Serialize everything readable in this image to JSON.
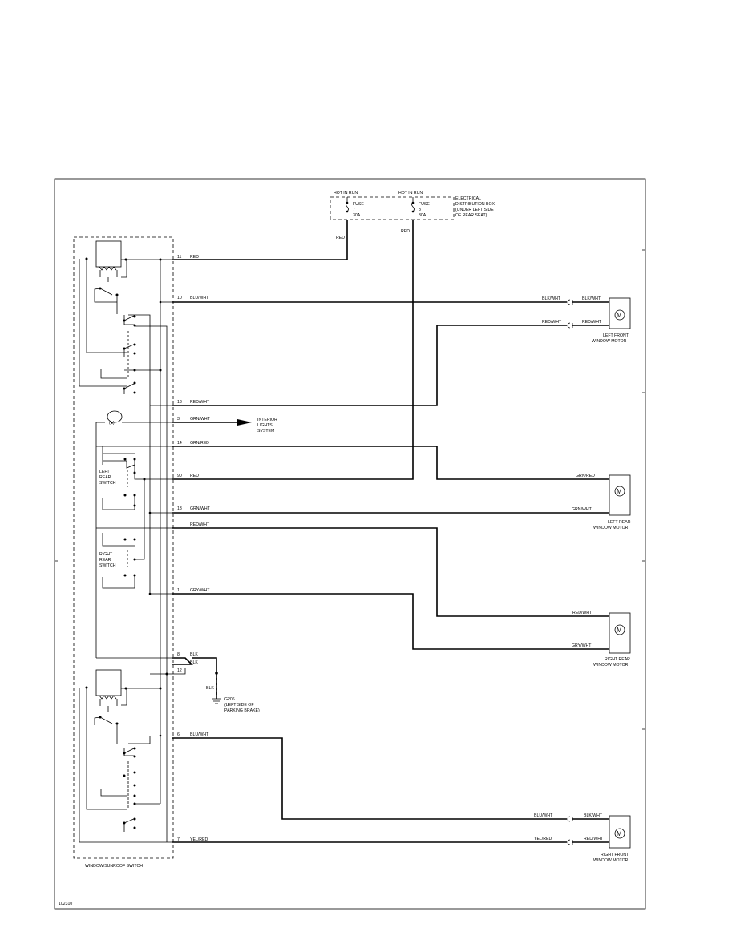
{
  "fuse_box": {
    "fuses": [
      {
        "header": "HOT IN RUN",
        "name": "FUSE",
        "number": "7",
        "rating": "30A",
        "wire": "RED"
      },
      {
        "header": "HOT IN RUN",
        "name": "FUSE",
        "number": "8",
        "rating": "30A",
        "wire": "RED"
      }
    ],
    "label_lines": [
      "ELECTRICAL",
      "DISTRIBUTION BOX",
      "(UNDER LEFT SIDE",
      "OF REAR SEAT)"
    ]
  },
  "switch_assembly": {
    "label": "WINDOW/SUNROOF SWITCH",
    "left_rear_label": [
      "LEFT",
      "REAR",
      "SWITCH"
    ],
    "right_rear_label": [
      "RIGHT",
      "REAR",
      "SWITCH"
    ]
  },
  "pins": [
    {
      "pin": "11",
      "wire": "RED"
    },
    {
      "pin": "10",
      "wire": "BLU/WHT"
    },
    {
      "pin": "13",
      "wire": "RED/WHT"
    },
    {
      "pin": "3",
      "wire": "GRN/WHT"
    },
    {
      "pin": "14",
      "wire": "GRN/RED"
    },
    {
      "pin": "90",
      "wire": "RED"
    },
    {
      "pin": "13",
      "wire": "GRN/WHT"
    },
    {
      "pin": "",
      "wire": "RED/WHT"
    },
    {
      "pin": "1",
      "wire": "GRY/WHT"
    },
    {
      "pin": "8",
      "wire": "BLK"
    },
    {
      "pin": "12",
      "wire": "BLK"
    },
    {
      "pin": "6",
      "wire": "BLU/WHT"
    },
    {
      "pin": "7",
      "wire": "YEL/RED"
    }
  ],
  "interior_lights": [
    "INTERIOR",
    "LIGHTS",
    "SYSTEM"
  ],
  "ground": {
    "wire": "BLK",
    "id": "G206",
    "location": [
      "(LEFT SIDE OF",
      "PARKING BRAKE)"
    ]
  },
  "motors": [
    {
      "symbol": "M",
      "name": [
        "LEFT FRONT",
        "WINDOW MOTOR"
      ],
      "top_wire_in": "BLK/WHT",
      "top_wire_out": "BLK/WHT",
      "bottom_wire_in": "RED/WHT",
      "bottom_wire_out": "RED/WHT"
    },
    {
      "symbol": "M",
      "name": [
        "LEFT REAR",
        "WINDOW MOTOR"
      ],
      "top_wire": "GRN/RED",
      "bottom_wire": "GRN/WHT"
    },
    {
      "symbol": "M",
      "name": [
        "RIGHT REAR",
        "WINDOW MOTOR"
      ],
      "top_wire": "RED/WHT",
      "bottom_wire": "GRY/WHT"
    },
    {
      "symbol": "M",
      "name": [
        "RIGHT FRONT",
        "WINDOW MOTOR"
      ],
      "top_wire_in": "BLU/WHT",
      "top_wire_out": "BLK/WHT",
      "bottom_wire_in": "YEL/RED",
      "bottom_wire_out": "RED/WHT"
    }
  ],
  "figure_id": "102310"
}
